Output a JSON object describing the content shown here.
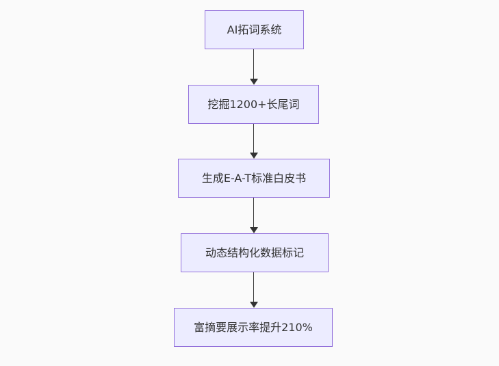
{
  "diagram": {
    "type": "flowchart",
    "direction": "top-to-bottom",
    "nodes": [
      {
        "id": "A",
        "label": "AI拓词系统"
      },
      {
        "id": "B",
        "label": "挖掘1200+长尾词"
      },
      {
        "id": "C",
        "label": "生成E-A-T标准白皮书"
      },
      {
        "id": "D",
        "label": "动态结构化数据标记"
      },
      {
        "id": "E",
        "label": "富摘要展示率提升210%"
      }
    ],
    "edges": [
      {
        "from": "A",
        "to": "B"
      },
      {
        "from": "B",
        "to": "C"
      },
      {
        "from": "C",
        "to": "D"
      },
      {
        "from": "D",
        "to": "E"
      }
    ],
    "colors": {
      "node_fill": "#ECECFF",
      "node_border": "#9370DB",
      "node_text": "#333333",
      "edge": "#333333",
      "background": "#FAFAFA"
    }
  }
}
